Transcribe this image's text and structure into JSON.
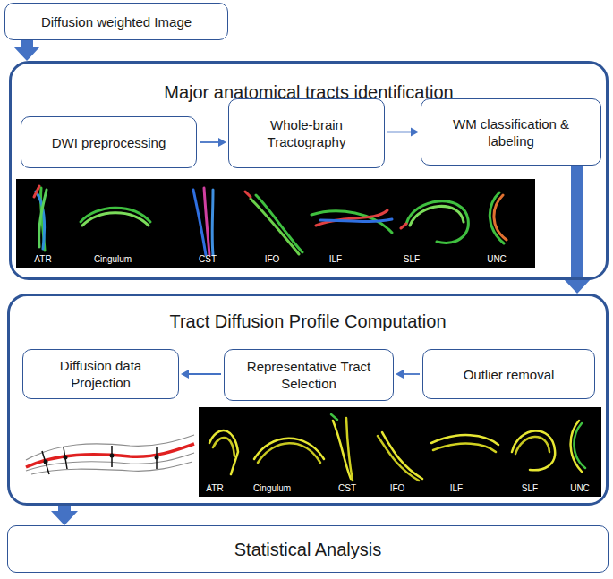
{
  "diagram": {
    "nodes": [
      {
        "text": [
          "Diffusion weighted Image"
        ]
      },
      {
        "text": [
          "Major anatomical tracts identification"
        ]
      },
      {
        "text": [
          "DWI preprocessing"
        ],
        "in": 1
      },
      {
        "text": [
          "Whole-brain Tractography"
        ],
        "in": 1
      },
      {
        "text": [
          "WM classification & labeling"
        ],
        "in": 1
      },
      {
        "text": [
          "Tract Diffusion Profile Computation"
        ]
      },
      {
        "text": [
          "Diffusion data Projection"
        ],
        "in": 5
      },
      {
        "text": [
          "Representative Tract Selection"
        ],
        "in": 5
      },
      {
        "text": [
          "Outlier removal"
        ],
        "in": 5
      },
      {
        "text": [
          "Statistical Analysis"
        ]
      }
    ],
    "edges": [
      {
        "from": 0,
        "to": 1,
        "arrow": "to"
      },
      {
        "from": 2,
        "to": 3,
        "arrow": "to"
      },
      {
        "from": 3,
        "to": 4,
        "arrow": "to"
      },
      {
        "from": 4,
        "to": 5,
        "arrow": "to"
      },
      {
        "from": 8,
        "to": 7,
        "arrow": "to"
      },
      {
        "from": 7,
        "to": 6,
        "arrow": "to"
      },
      {
        "from": 5,
        "to": 9,
        "arrow": "to"
      }
    ],
    "labels": [
      "ATR",
      "Cingulum",
      "CST",
      "IFO",
      "ILF",
      "SLF",
      "UNC",
      "ATR",
      "Cingulum",
      "CST",
      "IFO",
      "ILF",
      "SLF",
      "UNC"
    ]
  }
}
